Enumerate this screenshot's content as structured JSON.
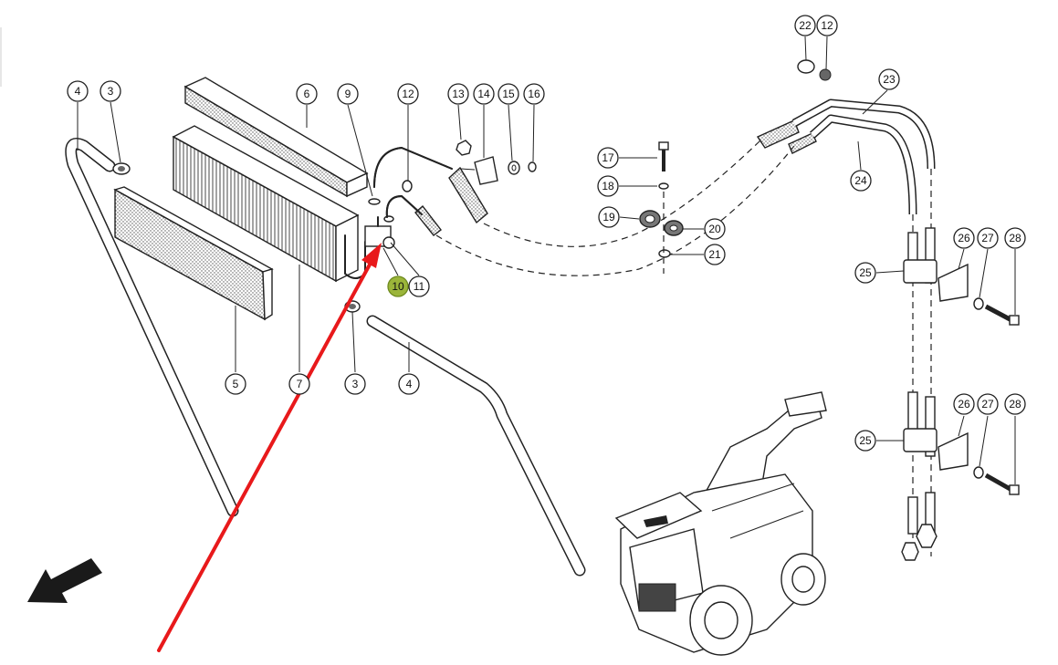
{
  "colors": {
    "callout_highlight": "#9bb53a",
    "pointer_arrow": "#e8191b",
    "line": "#222222"
  },
  "icons": {
    "direction_arrow": "bold-arrow-down-left-icon",
    "pointer": "red-pointer-arrow"
  },
  "callouts": [
    {
      "label": "4"
    },
    {
      "label": "3"
    },
    {
      "label": "6"
    },
    {
      "label": "9"
    },
    {
      "label": "12"
    },
    {
      "label": "13"
    },
    {
      "label": "14"
    },
    {
      "label": "15"
    },
    {
      "label": "16"
    },
    {
      "label": "22"
    },
    {
      "label": "12"
    },
    {
      "label": "23"
    },
    {
      "label": "17"
    },
    {
      "label": "18"
    },
    {
      "label": "19"
    },
    {
      "label": "20"
    },
    {
      "label": "21"
    },
    {
      "label": "24"
    },
    {
      "label": "10",
      "highlighted": true
    },
    {
      "label": "11"
    },
    {
      "label": "25"
    },
    {
      "label": "26"
    },
    {
      "label": "27"
    },
    {
      "label": "28"
    },
    {
      "label": "5"
    },
    {
      "label": "7"
    },
    {
      "label": "3"
    },
    {
      "label": "4"
    },
    {
      "label": "25"
    },
    {
      "label": "26"
    },
    {
      "label": "27"
    },
    {
      "label": "28"
    }
  ]
}
